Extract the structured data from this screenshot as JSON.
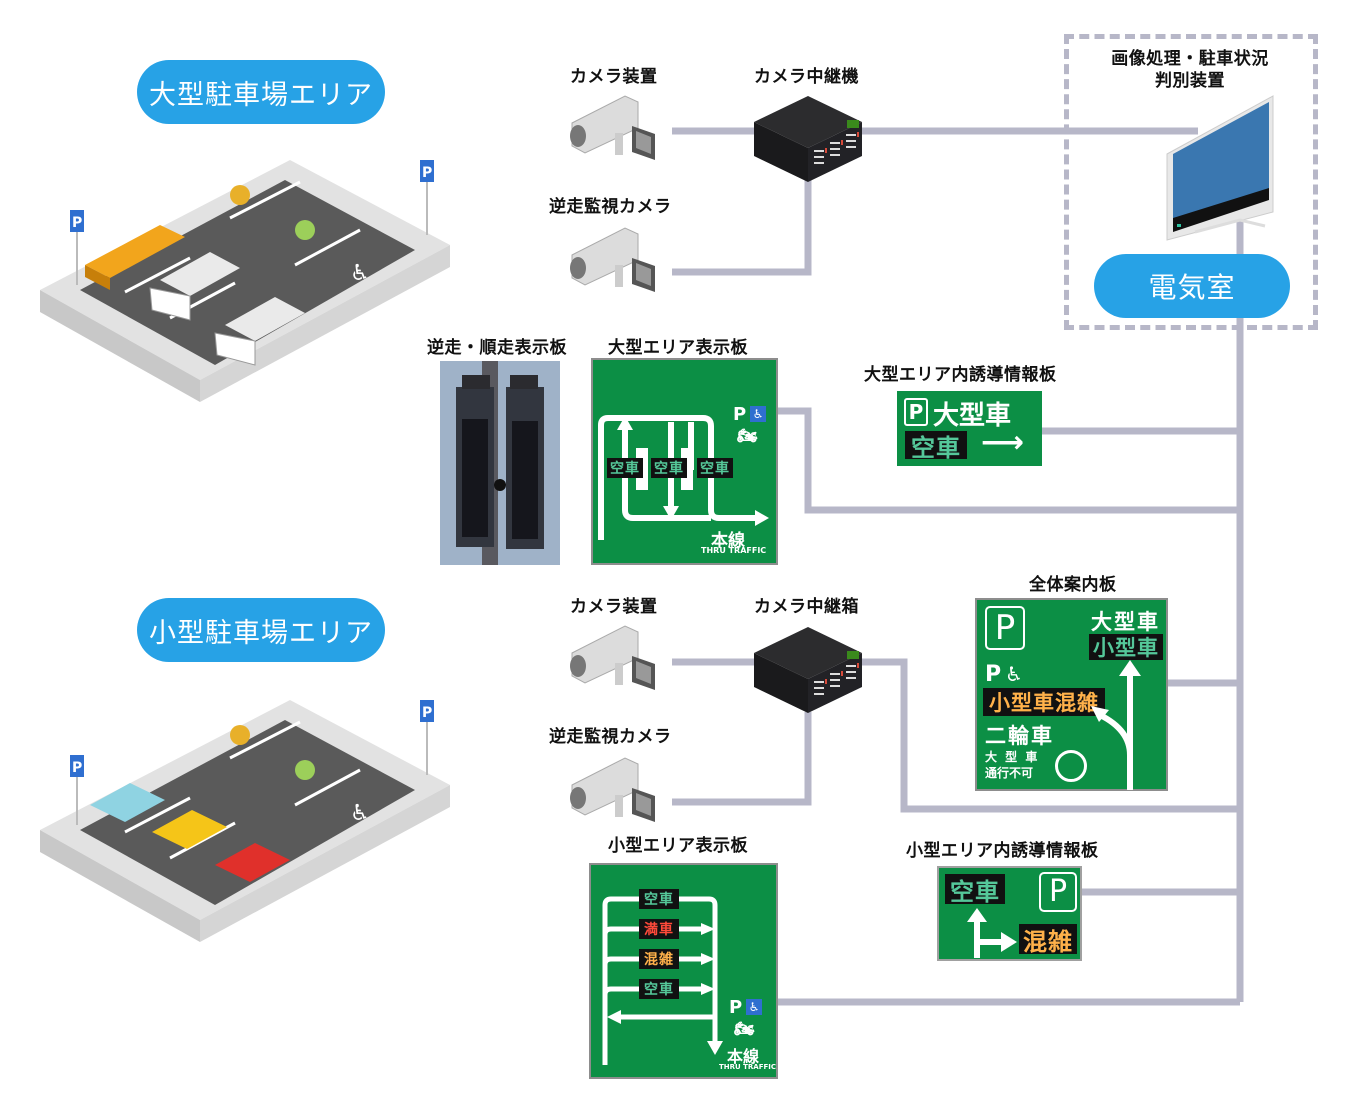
{
  "areas": {
    "large": {
      "title": "大型駐車場エリア"
    },
    "small": {
      "title": "小型駐車場エリア"
    }
  },
  "devices": {
    "large_camera": "カメラ装置",
    "large_reverse_camera": "逆走監視カメラ",
    "large_relay": "カメラ中継機",
    "small_camera": "カメラ装置",
    "small_reverse_camera": "逆走監視カメラ",
    "small_relay": "カメラ中継箱",
    "processor": "画像処理・駐車状況\n判別装置",
    "processor_line1": "画像処理・駐車状況",
    "processor_line2": "判別装置",
    "electric_room": "電気室"
  },
  "boards": {
    "reverse_board": {
      "label": "逆走・順走表示板"
    },
    "large_area_board": {
      "label": "大型エリア表示板",
      "leds": [
        "空車",
        "空車",
        "空車"
      ],
      "main_line": "本線",
      "thru": "THRU TRAFFIC",
      "p": "P"
    },
    "large_guide_board": {
      "label": "大型エリア内誘導情報板",
      "p": "P",
      "vehicle": "大型車",
      "status": "空車"
    },
    "overall_board": {
      "label": "全体案内板",
      "p": "P",
      "large": "大型車",
      "small": "小型車",
      "p2": "P",
      "congestion": "小型車混雑",
      "two_wheel": "二輪車",
      "no_entry_1": "大 型 車",
      "no_entry_2": "通行不可"
    },
    "small_area_board": {
      "label": "小型エリア表示板",
      "leds": [
        {
          "text": "空車",
          "state": "empty"
        },
        {
          "text": "満車",
          "state": "full"
        },
        {
          "text": "混雑",
          "state": "busy"
        },
        {
          "text": "空車",
          "state": "empty"
        }
      ],
      "main_line": "本線",
      "thru": "THRU TRAFFIC",
      "p": "P"
    },
    "small_guide_board": {
      "label": "小型エリア内誘導情報板",
      "status_top": "空車",
      "status_right": "混雑",
      "p": "P"
    }
  },
  "colors": {
    "pill_blue": "#27a2e6",
    "sign_green": "#0c8f45",
    "wire_gray": "#b7b7c8",
    "led_empty": "#55c89a",
    "led_full": "#ff4a3a",
    "led_busy": "#ffb14a"
  }
}
